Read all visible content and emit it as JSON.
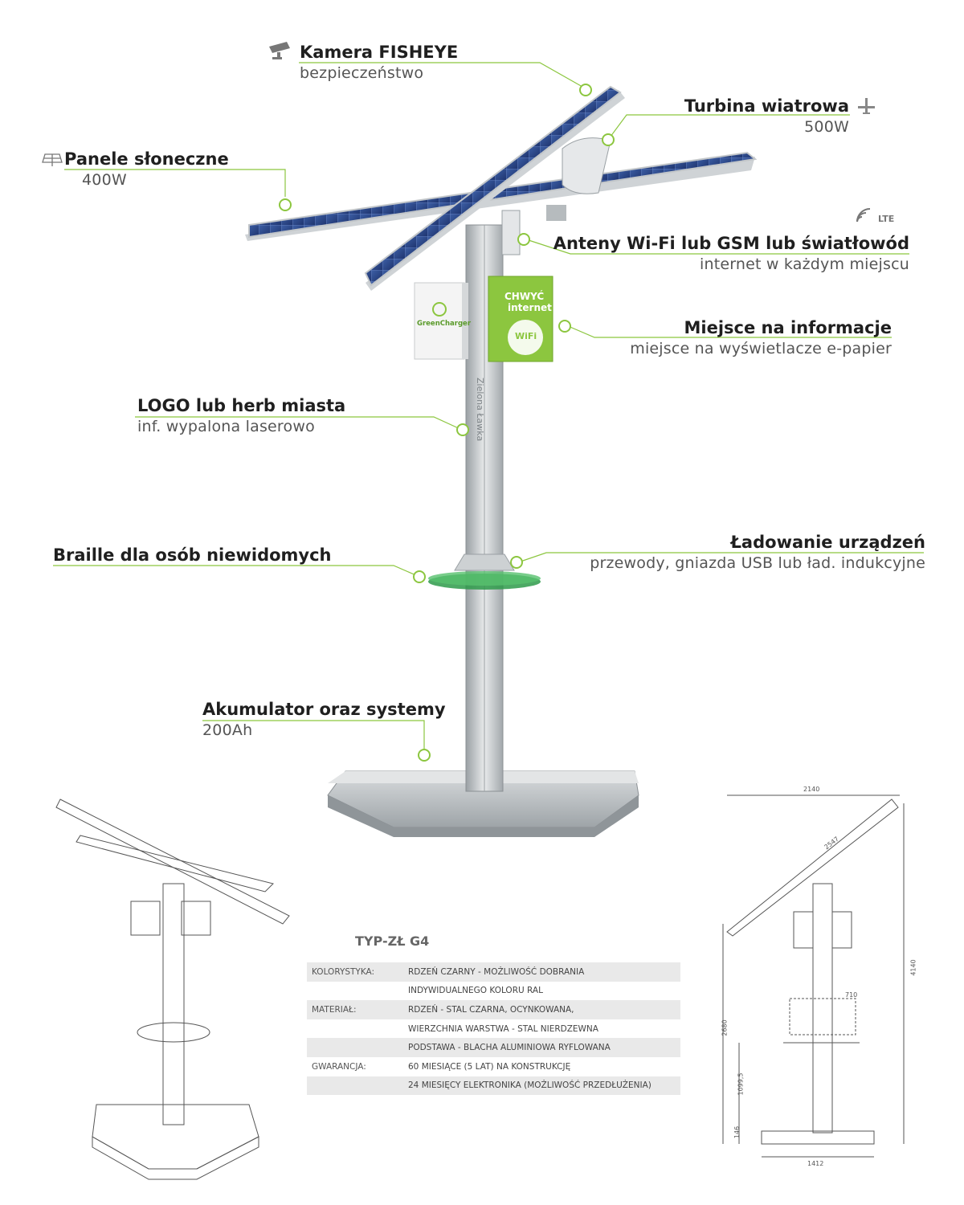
{
  "callouts": {
    "camera": {
      "title": "Kamera FISHEYE",
      "sub": "bezpieczeństwo"
    },
    "turbine": {
      "title": "Turbina wiatrowa",
      "sub": "500W"
    },
    "panels": {
      "title": "Panele słoneczne",
      "sub": "400W"
    },
    "antenna": {
      "title": "Anteny Wi-Fi lub GSM lub światłowód",
      "sub": "internet w każdym miejscu",
      "badge": "LTE"
    },
    "info": {
      "title": "Miejsce na informacje",
      "sub": "miejsce na wyświetlacze e-papier"
    },
    "logo": {
      "title": "LOGO lub herb miasta",
      "sub": "inf. wypalona laserowo"
    },
    "braille": {
      "title": "Braille dla osób niewidomych"
    },
    "charging": {
      "title": "Ładowanie urządzeń",
      "sub": "przewody, gniazda USB lub ład. indukcyjne"
    },
    "battery": {
      "title": "Akumulator oraz systemy",
      "sub": "200Ah"
    }
  },
  "product": {
    "brand": "GreenCharger",
    "sign_line1": "CHWYĆ",
    "sign_line2": "internet",
    "sign_line3": "WiFi"
  },
  "spec": {
    "type_label": "TYP-ZŁ G4",
    "rows": [
      {
        "key": "KOLORYSTYKA:",
        "value": "RDZEŃ CZARNY - MOŻLIWOŚĆ DOBRANIA"
      },
      {
        "key": "",
        "value": "INDYWIDUALNEGO KOLORU RAL"
      },
      {
        "key": "MATERIAŁ:",
        "value": "RDZEŃ - STAL CZARNA, OCYNKOWANA,"
      },
      {
        "key": "",
        "value": "WIERZCHNIA WARSTWA - STAL NIERDZEWNA"
      },
      {
        "key": "",
        "value": "PODSTAWA - BLACHA ALUMINIOWA RYFLOWANA"
      },
      {
        "key": "GWARANCJA:",
        "value": "60 MIESIĄCE (5 LAT) NA KONSTRUKCJĘ"
      },
      {
        "key": "",
        "value": "24 MIESIĘCY ELEKTRONIKA (MOŻLIWOŚĆ PRZEDŁUŻENIA)"
      }
    ]
  },
  "dimensions": {
    "width_top": "2140",
    "panel_length": "2547",
    "height_total": "4140",
    "box_width": "710",
    "height_mid": "2680",
    "height_low": "1099,5",
    "base_height": "146",
    "base_width": "1412"
  },
  "colors": {
    "accent_green": "#8cc63f",
    "panel_blue": "#2b4a8c",
    "steel": "#c9cdd0",
    "text_dark": "#1f1f1f"
  }
}
